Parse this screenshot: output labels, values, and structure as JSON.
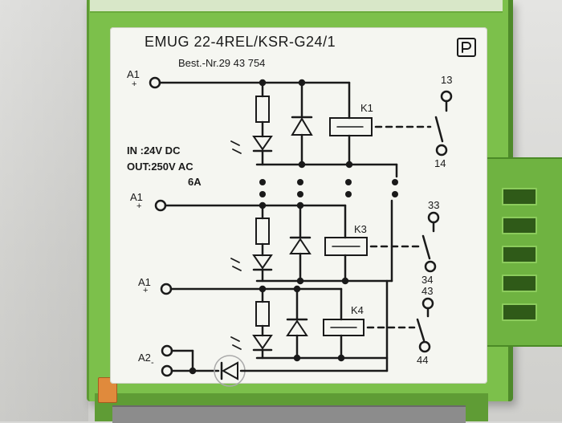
{
  "device": {
    "model": "EMUG 22-4REL/KSR-G24/1",
    "order_number": "Best.-Nr.29 43 754",
    "brand_logo": "phoenix-contact-logo",
    "ratings": {
      "input": "IN   :24V DC",
      "output": "OUT:250V AC",
      "current": "6A"
    },
    "relays": [
      "K1",
      "K3",
      "K4"
    ],
    "coil_terminals": {
      "a1_labels": [
        "A1",
        "A1",
        "A1"
      ],
      "a1_polarity": "+",
      "a2_label": "A2",
      "a2_polarity": "-"
    },
    "contact_terminals": {
      "k1_top": "13",
      "k1_bottom": "14",
      "k3_top": "33",
      "k3_bottom": "34",
      "k4_top": "43",
      "k4_bottom": "44"
    },
    "colors": {
      "housing": "#7cc04b",
      "panel": "#f5f6f1",
      "latch": "#e08a3c"
    }
  }
}
